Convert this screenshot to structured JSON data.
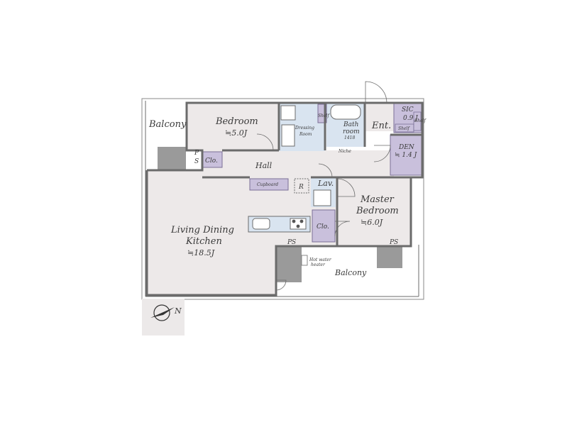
{
  "rooms": {
    "balcony_left": "Balcony",
    "bedroom": "Bedroom",
    "bedroom_area": "≒5.0J",
    "dressing": "Dressing",
    "dressing_room": "Room",
    "bath": "Bath",
    "bath_room": "room",
    "bath_size": "1418",
    "shelf_bath": "Shelf",
    "niche": "Niche",
    "entrance": "Ent.",
    "sic": "SIC",
    "sic_area": "0.9 J",
    "sic_shelf": "Shelf",
    "sic_shelf2": "Shelf",
    "den": "DEN",
    "den_area": "≒ 1.4 J",
    "closet1": "Clo.",
    "closet2": "Clo.",
    "ps1": "P",
    "ps1b": "S",
    "hall": "Hall",
    "cupboard": "Cupboard",
    "fridge": "R",
    "lav": "Lav.",
    "master": "Master",
    "master_bedroom": "Bedroom",
    "master_area": "≒6.0J",
    "ldk1": "Living Dining",
    "ldk2": "Kitchen",
    "ldk_area": "≒18.5J",
    "ps2": "PS",
    "ps3": "PS",
    "balcony_bottom": "Balcony",
    "water_heater1": "Hot water",
    "water_heater2": "heater"
  },
  "compass": {
    "north": "N"
  },
  "colors": {
    "floor": "#ede9e9",
    "wall": "#6b6b6b",
    "storage": "#c9c0dc",
    "storage_stroke": "#7a6f96",
    "wet": "#d9e4f0",
    "balcony": "#ffffff",
    "dark": "#9a9a9a"
  }
}
